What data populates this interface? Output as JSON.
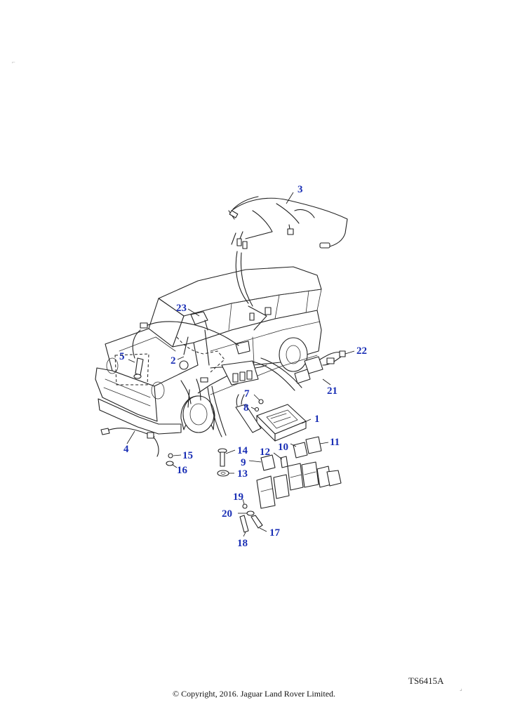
{
  "diagram": {
    "callouts": [
      {
        "id": "1",
        "label": "1"
      },
      {
        "id": "2",
        "label": "2"
      },
      {
        "id": "3",
        "label": "3"
      },
      {
        "id": "4",
        "label": "4"
      },
      {
        "id": "5",
        "label": "5"
      },
      {
        "id": "7",
        "label": "7"
      },
      {
        "id": "8",
        "label": "8"
      },
      {
        "id": "9",
        "label": "9"
      },
      {
        "id": "10",
        "label": "10"
      },
      {
        "id": "11",
        "label": "11"
      },
      {
        "id": "12",
        "label": "12"
      },
      {
        "id": "13",
        "label": "13"
      },
      {
        "id": "14",
        "label": "14"
      },
      {
        "id": "15",
        "label": "15"
      },
      {
        "id": "16",
        "label": "16"
      },
      {
        "id": "17",
        "label": "17"
      },
      {
        "id": "18",
        "label": "18"
      },
      {
        "id": "19",
        "label": "19"
      },
      {
        "id": "20",
        "label": "20"
      },
      {
        "id": "21",
        "label": "21"
      },
      {
        "id": "22",
        "label": "22"
      },
      {
        "id": "23",
        "label": "23"
      }
    ]
  },
  "footer": {
    "reference_code": "TS6415A",
    "copyright": "© Copyright, 2016. Jaguar Land Rover Limited."
  },
  "colors": {
    "callout": "#1a2fb5",
    "ink": "#222222",
    "background": "#ffffff"
  }
}
